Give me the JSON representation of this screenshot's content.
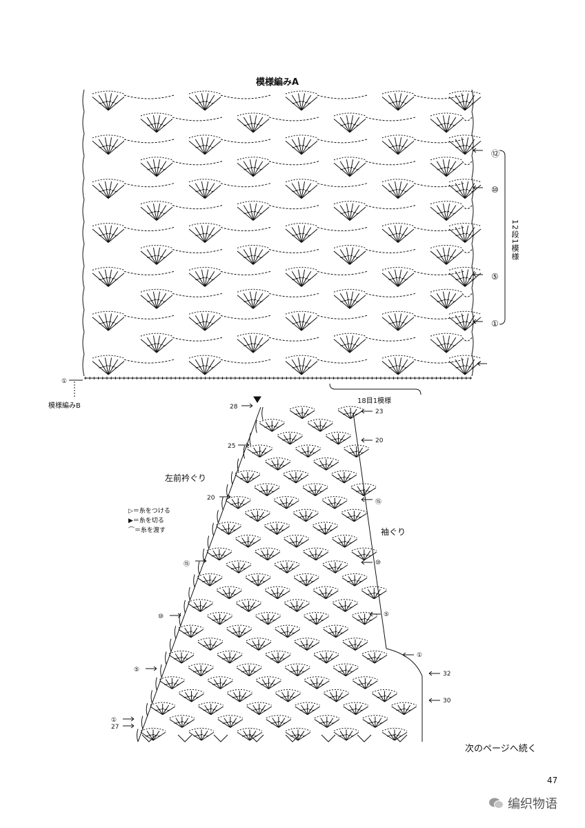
{
  "pattern_a": {
    "title": "模様編みA",
    "rows_right": [
      "⑫",
      "⑩",
      "⑤",
      "①"
    ],
    "repeat_rows": "12段1模様",
    "repeat_stitches": "18目1模様",
    "start_label": "①",
    "pattern_b_label": "模様編みB"
  },
  "front_piece": {
    "neckline": "左前衿ぐり",
    "armhole": "袖ぐり",
    "rows_left": [
      "28",
      "25",
      "20",
      "⑮",
      "⑩",
      "⑤",
      "①",
      "27"
    ],
    "rows_right": [
      "23",
      "20",
      "⑮",
      "⑩",
      "⑤",
      "①",
      "32",
      "30"
    ]
  },
  "legend": {
    "attach": "▷＝糸をつける",
    "cut": "▶＝糸を切る",
    "pass": "⌒＝糸を渡す"
  },
  "continue_note": "次のページへ続く",
  "page_number": "47",
  "watermark": "编织物语",
  "colors": {
    "ink": "#111111",
    "paper": "#ffffff"
  }
}
